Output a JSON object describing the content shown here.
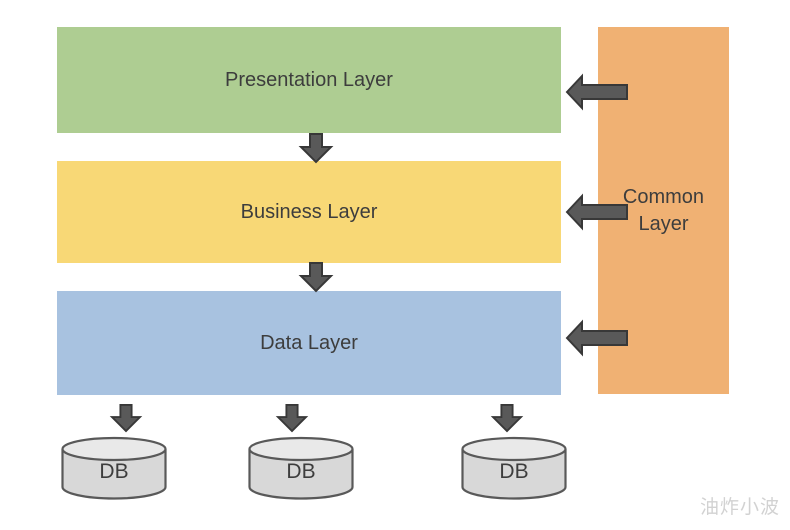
{
  "diagram": {
    "type": "layered-architecture",
    "layers": [
      {
        "id": "presentation",
        "label": "Presentation Layer",
        "color": "#AECD92"
      },
      {
        "id": "business",
        "label": "Business Layer",
        "color": "#F8D876"
      },
      {
        "id": "data",
        "label": "Data Layer",
        "color": "#A8C2E0"
      },
      {
        "id": "common",
        "label": "Common Layer",
        "color": "#F0B173"
      }
    ],
    "databases": [
      {
        "label": "DB"
      },
      {
        "label": "DB"
      },
      {
        "label": "DB"
      }
    ],
    "connections": [
      {
        "from": "Presentation Layer",
        "to": "Business Layer",
        "direction": "down"
      },
      {
        "from": "Business Layer",
        "to": "Data Layer",
        "direction": "down"
      },
      {
        "from": "Common Layer",
        "to": "Presentation Layer",
        "direction": "left"
      },
      {
        "from": "Common Layer",
        "to": "Business Layer",
        "direction": "left"
      },
      {
        "from": "Common Layer",
        "to": "Data Layer",
        "direction": "left"
      },
      {
        "from": "Data Layer",
        "to": "DB",
        "direction": "down"
      },
      {
        "from": "Data Layer",
        "to": "DB",
        "direction": "down"
      },
      {
        "from": "Data Layer",
        "to": "DB",
        "direction": "down"
      }
    ],
    "colors": {
      "arrow_fill": "#595959",
      "arrow_stroke": "#383838",
      "db_fill": "#D8D8D8",
      "db_top_fill": "#E9E9E9",
      "db_stroke": "#595959",
      "text": "#3D3D3D",
      "watermark": "#D2D2D2"
    },
    "watermark": "油炸小波"
  }
}
